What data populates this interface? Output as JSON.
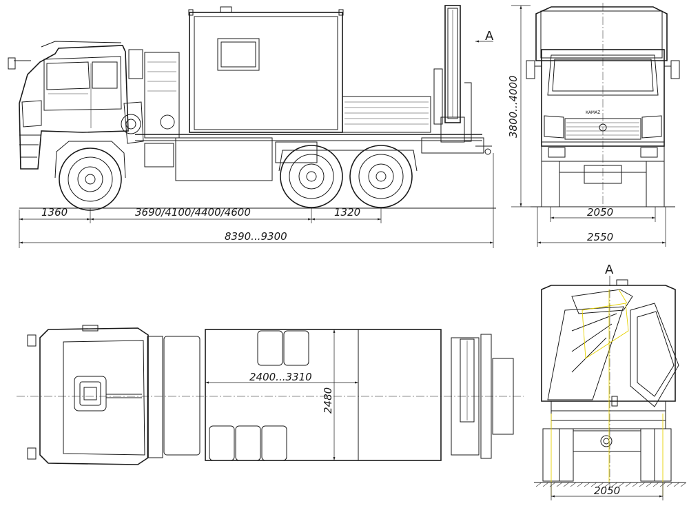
{
  "dimensions": {
    "front_overhang": "1360",
    "wheelbase": "3690/4100/4400/4600",
    "rear_axle_spacing": "1320",
    "overall_length": "8390...9300",
    "height": "3800...4000",
    "track_front": "2050",
    "overall_width": "2550",
    "track_rear": "2050",
    "body_length": "2400...3310",
    "body_width": "2480"
  },
  "view_labels": {
    "arrow_a": "A",
    "rear_view": "A"
  },
  "cab_logo": "KAMAZ"
}
